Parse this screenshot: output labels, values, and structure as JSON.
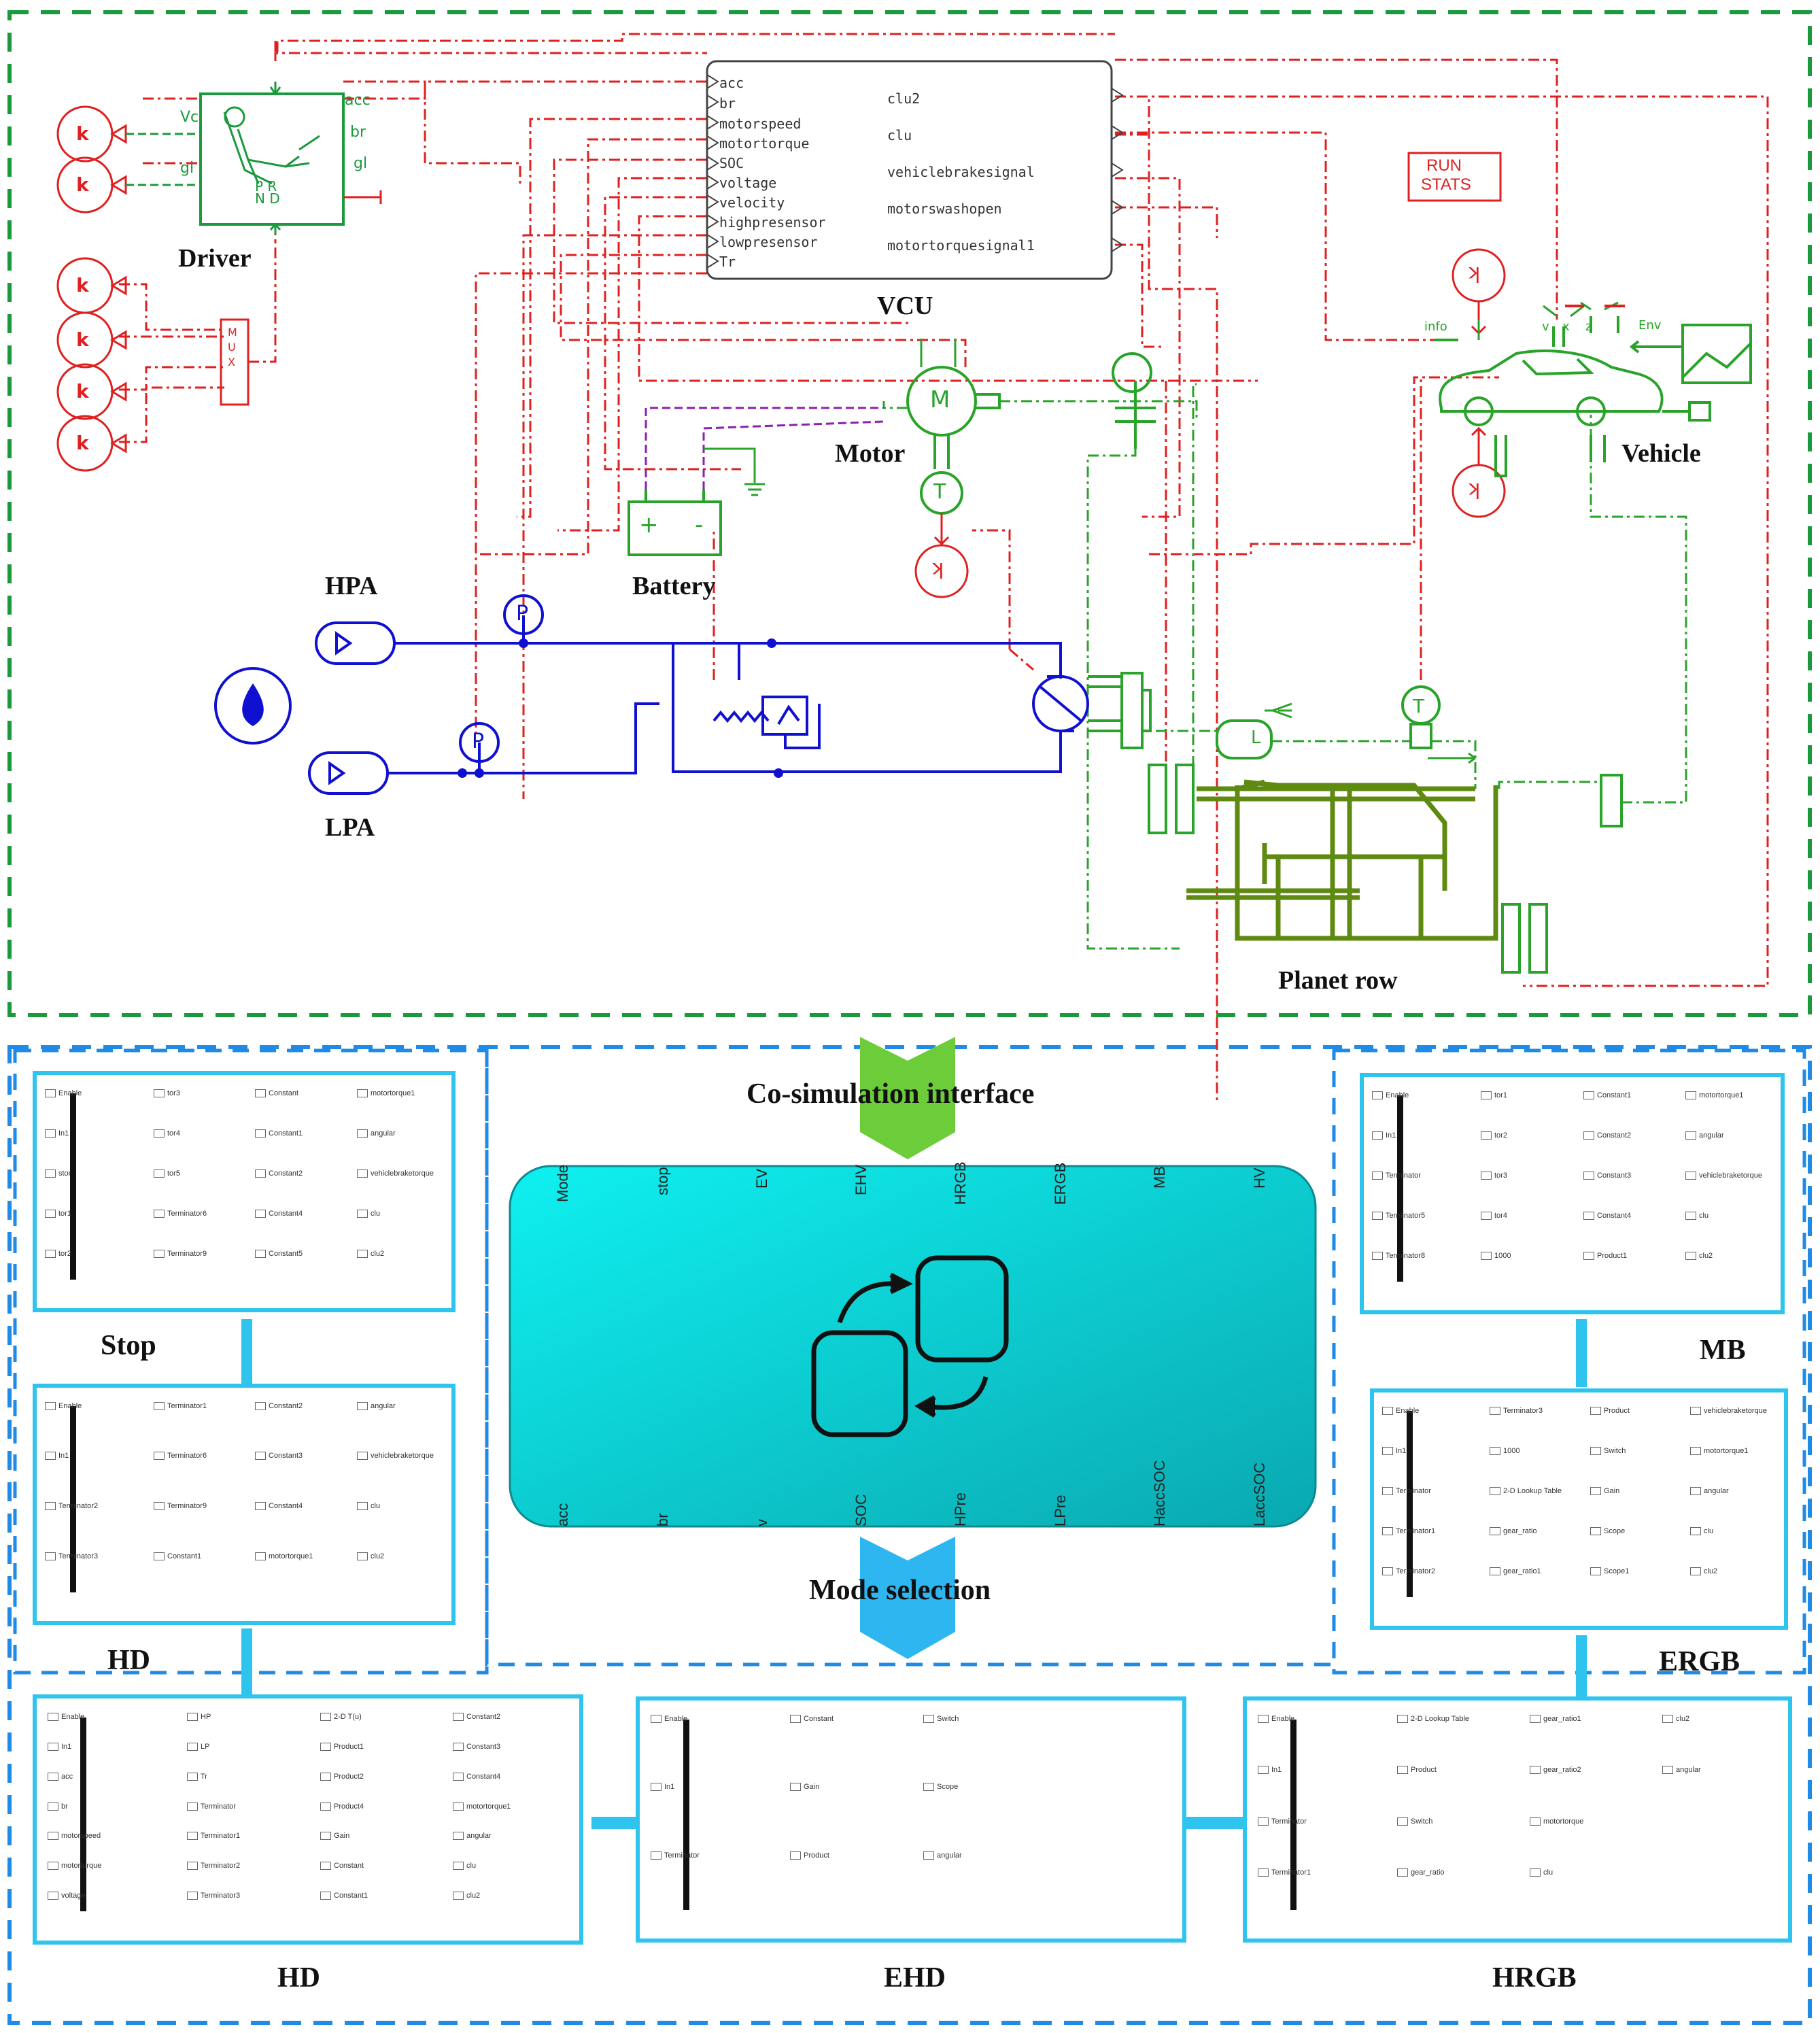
{
  "colors": {
    "green_dash": "#1a9a3c",
    "blue_dash": "#1f8be6",
    "red_signal": "#e02020",
    "hydraulic_blue": "#1010d0",
    "mech_green": "#2aa32a",
    "planet_olive": "#5f8a12",
    "subsystem_border": "#2fc4ee",
    "chart_fill": "#12c9cf"
  },
  "top": {
    "driver": {
      "label": "Driver",
      "in_ports": [
        "Vc",
        "gl"
      ],
      "out_ports": [
        "acc",
        "br",
        "gl"
      ],
      "gear_text": "P R N D"
    },
    "vcu": {
      "label": "VCU",
      "inputs": [
        "acc",
        "br",
        "motorspeed",
        "motortorque",
        "SOC",
        "voltage",
        "velocity",
        "highpresensor",
        "lowpresensor",
        "Tr"
      ],
      "outputs": [
        "clu2",
        "clu",
        "vehiclebrakesignal",
        "motorswashopen",
        "motortorquesignal1"
      ]
    },
    "mux_text": "M U X",
    "const_k": "k",
    "run_stats": [
      "RUN",
      "STATS"
    ],
    "motor": {
      "label": "Motor",
      "symbol": "M"
    },
    "torque_symbol": "T",
    "battery": {
      "label": "Battery",
      "plus": "+",
      "minus": "-"
    },
    "hpa": "HPA",
    "lpa": "LPA",
    "pressure_symbol": "P",
    "vehicle": {
      "label": "Vehicle",
      "ports": [
        "info",
        "v",
        "x",
        "z",
        "Env"
      ]
    },
    "planet": "Planet row",
    "inertia_symbol": "L"
  },
  "middle": {
    "cosim": "Co-simulation interface",
    "mode_selection": "Mode selection",
    "chart_top_ports": [
      "Mode",
      "stop",
      "EV",
      "EHV",
      "HRGB",
      "ERGB",
      "MB",
      "HV"
    ],
    "chart_bottom_ports": [
      "acc",
      "br",
      "v",
      "SOC",
      "HPre",
      "LPre",
      "HaccSOC",
      "LaccSOC"
    ]
  },
  "subsystems": {
    "stop": {
      "title": "Stop",
      "blocks": [
        "Enable",
        "In1",
        "stor",
        "tor1",
        "tor2",
        "tor3",
        "tor4",
        "tor5",
        "Terminator6",
        "Terminator9",
        "Constant",
        "Constant1",
        "Constant2",
        "Constant4",
        "Constant5",
        "motortorque1",
        "angular",
        "vehiclebraketorque",
        "clu",
        "clu2"
      ]
    },
    "hd_left": {
      "title": "HD",
      "blocks": [
        "Enable",
        "In1",
        "Terminator2",
        "Terminator3",
        "Terminator1",
        "Terminator6",
        "Terminator9",
        "Constant1",
        "Constant2",
        "Constant3",
        "Constant4",
        "motortorque1",
        "angular",
        "vehiclebraketorque",
        "clu",
        "clu2"
      ]
    },
    "hd_bottom": {
      "title": "HD",
      "blocks": [
        "Enable",
        "In1",
        "acc",
        "br",
        "motorspeed",
        "motortorque",
        "voltage",
        "HP",
        "LP",
        "Tr",
        "Terminator",
        "Terminator1",
        "Terminator2",
        "Terminator3",
        "2-D T(u)",
        "Product1",
        "Product2",
        "Product4",
        "Gain",
        "Constant",
        "Constant1",
        "Constant2",
        "Constant3",
        "Constant4",
        "motortorque1",
        "angular",
        "clu",
        "clu2"
      ]
    },
    "ehd": {
      "title": "EHD",
      "blocks": [
        "Enable",
        "In1",
        "Terminator",
        "Constant",
        "Gain",
        "Product",
        "Switch",
        "Scope",
        "angular"
      ]
    },
    "hrgb": {
      "title": "HRGB",
      "blocks": [
        "Enable",
        "In1",
        "Terminator",
        "Terminator1",
        "2-D Lookup Table",
        "Product",
        "Switch",
        "gear_ratio",
        "gear_ratio1",
        "gear_ratio2",
        "motortorque",
        "clu",
        "clu2",
        "angular"
      ]
    },
    "mb": {
      "title": "MB",
      "blocks": [
        "Enable",
        "In1",
        "Terminator",
        "Terminator5",
        "Terminator8",
        "tor1",
        "tor2",
        "tor3",
        "tor4",
        "1000",
        "Constant1",
        "Constant2",
        "Constant3",
        "Constant4",
        "Product1",
        "motortorque1",
        "angular",
        "vehiclebraketorque",
        "clu",
        "clu2"
      ]
    },
    "ergb": {
      "title": "ERGB",
      "blocks": [
        "Enable",
        "In1",
        "Terminator",
        "Terminator1",
        "Terminator2",
        "Terminator3",
        "1000",
        "2-D Lookup Table",
        "gear_ratio",
        "gear_ratio1",
        "Product",
        "Switch",
        "Gain",
        "Scope",
        "Scope1",
        "vehiclebraketorque",
        "motortorque1",
        "angular",
        "clu",
        "clu2"
      ]
    }
  }
}
